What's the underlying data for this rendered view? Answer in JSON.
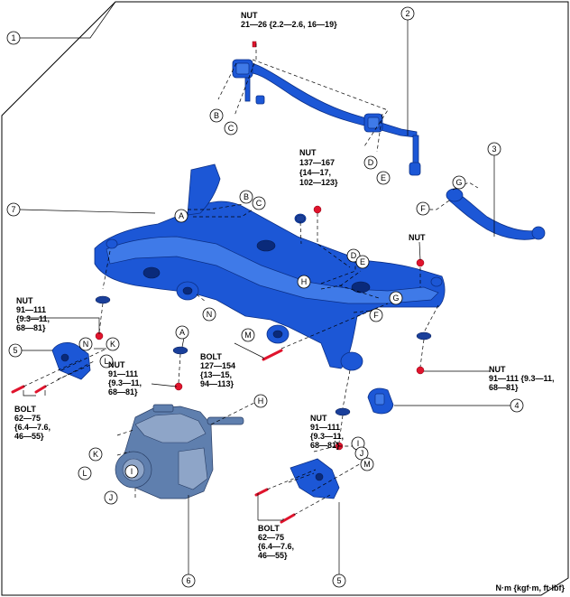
{
  "callouts": {
    "n1": "1",
    "n2": "2",
    "n3": "3",
    "n4": "4",
    "n5a": "5",
    "n5b": "5",
    "n6": "6",
    "n7": "7"
  },
  "letters": {
    "A": "A",
    "B": "B",
    "C": "C",
    "D": "D",
    "E": "E",
    "F": "F",
    "G": "G",
    "H": "H",
    "I": "I",
    "J": "J",
    "K": "K",
    "L": "L",
    "M": "M",
    "N": "N"
  },
  "torque": {
    "nut_top": [
      "NUT",
      "21—26 {2.2—2.6, 16—19}"
    ],
    "nut_mid": [
      "NUT",
      "137—167",
      "{14—17,",
      "102—123}"
    ],
    "nut_right_top": [
      "NUT"
    ],
    "nut_left": [
      "NUT",
      "91—111",
      "{9.3—11,",
      "68—81}"
    ],
    "nut_center": [
      "NUT",
      "91—111",
      "{9.3—11,",
      "68—81}"
    ],
    "bolt_center": [
      "BOLT",
      "127—154",
      "{13—15,",
      "94—113}"
    ],
    "nut_right": [
      "NUT",
      "91—111 {9.3—11,",
      "68—81}"
    ],
    "bolt_left": [
      "BOLT",
      "62—75",
      "{6.4—7.6,",
      "46—55}"
    ],
    "nut_bottom": [
      "NUT",
      "91—111",
      "{9.3—11,",
      "68—81}"
    ],
    "bolt_bottom": [
      "BOLT",
      "62—75",
      "{6.4—7.6,",
      "46—55}"
    ]
  },
  "units_note": "N·m {kgf·m, ft·lbf}",
  "colors": {
    "part": "#1c57d6",
    "fastener": "#e0142d",
    "differential": "#5f7fae"
  }
}
